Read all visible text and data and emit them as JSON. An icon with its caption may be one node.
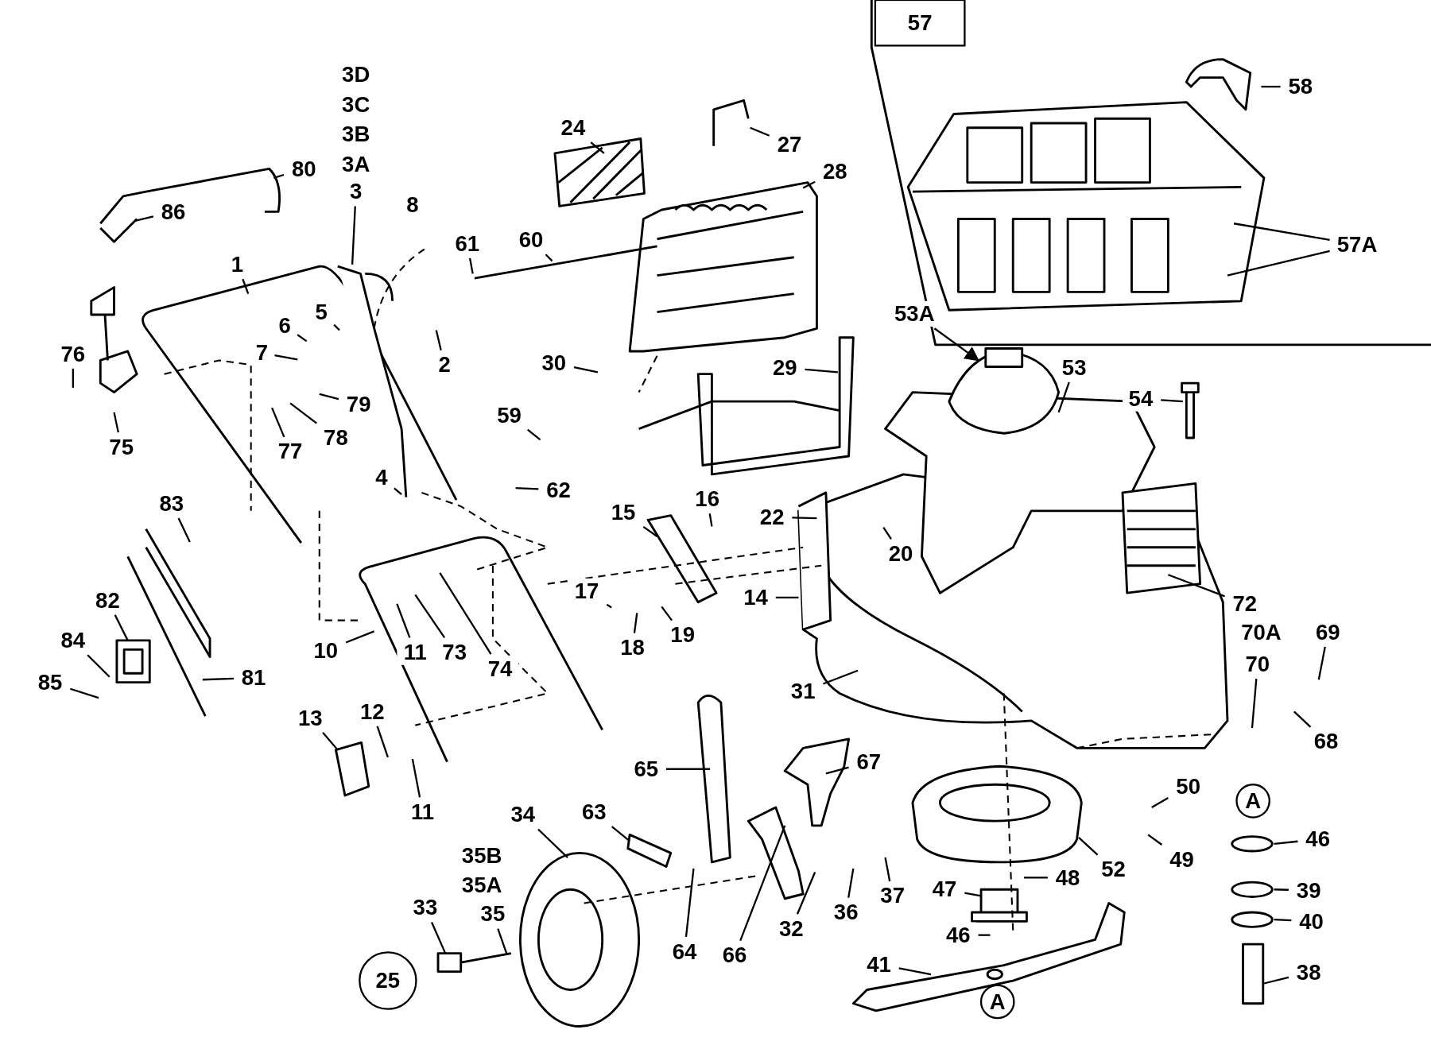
{
  "diagram": {
    "nodes": [
      {
        "text": [
          "57"
        ]
      },
      {
        "text": [
          "58"
        ]
      },
      {
        "text": [
          "3"
        ]
      },
      {
        "text": [
          "80"
        ]
      },
      {
        "text": [
          "24"
        ]
      },
      {
        "text": [
          "27"
        ]
      },
      {
        "text": [
          "28"
        ]
      },
      {
        "text": [
          "86"
        ]
      },
      {
        "text": [
          "57A"
        ]
      },
      {
        "text": [
          "61"
        ]
      },
      {
        "text": [
          "60"
        ]
      },
      {
        "text": [
          "1"
        ]
      },
      {
        "text": [
          "5"
        ]
      },
      {
        "text": [
          "53A"
        ]
      },
      {
        "text": [
          "6"
        ]
      },
      {
        "text": [
          "7"
        ]
      },
      {
        "text": [
          "76"
        ]
      },
      {
        "text": [
          "2"
        ]
      },
      {
        "text": [
          "30"
        ]
      },
      {
        "text": [
          "29"
        ]
      },
      {
        "text": [
          "53"
        ]
      },
      {
        "text": [
          "54"
        ]
      },
      {
        "text": [
          "79"
        ]
      },
      {
        "text": [
          "59"
        ]
      },
      {
        "text": [
          "78"
        ]
      },
      {
        "text": [
          "75"
        ]
      },
      {
        "text": [
          "77"
        ]
      },
      {
        "text": [
          "4"
        ]
      },
      {
        "text": [
          "62"
        ]
      },
      {
        "text": [
          "83"
        ]
      },
      {
        "text": [
          "16"
        ]
      },
      {
        "text": [
          "15"
        ]
      },
      {
        "text": [
          "22"
        ]
      },
      {
        "text": [
          "20"
        ]
      },
      {
        "text": [
          "17"
        ]
      },
      {
        "text": [
          "14"
        ]
      },
      {
        "text": [
          "82"
        ]
      },
      {
        "text": [
          "72"
        ]
      },
      {
        "text": [
          "19"
        ]
      },
      {
        "text": [
          "84"
        ]
      },
      {
        "text": [
          "18"
        ]
      },
      {
        "text": [
          "10"
        ]
      },
      {
        "text": [
          "11"
        ]
      },
      {
        "text": [
          "73"
        ]
      },
      {
        "text": [
          "70"
        ]
      },
      {
        "text": [
          "69"
        ]
      },
      {
        "text": [
          "74"
        ]
      },
      {
        "text": [
          "81"
        ]
      },
      {
        "text": [
          "85"
        ]
      },
      {
        "text": [
          "31"
        ]
      },
      {
        "text": [
          "13"
        ]
      },
      {
        "text": [
          "12"
        ]
      },
      {
        "text": [
          "68"
        ]
      },
      {
        "text": [
          "67"
        ]
      },
      {
        "text": [
          "65"
        ]
      },
      {
        "text": [
          "50"
        ]
      },
      {
        "text": [
          "11"
        ]
      },
      {
        "text": [
          "34"
        ]
      },
      {
        "text": [
          "63"
        ]
      },
      {
        "text": [
          "A"
        ]
      },
      {
        "text": [
          "46"
        ]
      },
      {
        "text": [
          "49"
        ]
      },
      {
        "text": [
          "52"
        ]
      },
      {
        "text": [
          "48"
        ]
      },
      {
        "text": [
          "47"
        ]
      },
      {
        "text": [
          "39"
        ]
      },
      {
        "text": [
          "37"
        ]
      },
      {
        "text": [
          "36"
        ]
      },
      {
        "text": [
          "33"
        ]
      },
      {
        "text": [
          "35"
        ]
      },
      {
        "text": [
          "40"
        ]
      },
      {
        "text": [
          "32"
        ]
      },
      {
        "text": [
          "46"
        ]
      },
      {
        "text": [
          "64"
        ]
      },
      {
        "text": [
          "66"
        ]
      },
      {
        "text": [
          "41"
        ]
      },
      {
        "text": [
          "38"
        ]
      },
      {
        "text": [
          "25"
        ]
      },
      {
        "text": [
          "A"
        ]
      }
    ],
    "edges": [
      {
        "from": 1,
        "to": null,
        "arrow": "none"
      },
      {
        "from": 2,
        "to": null,
        "arrow": "none"
      },
      {
        "from": 3,
        "to": null,
        "arrow": "none"
      },
      {
        "from": 4,
        "to": null,
        "arrow": "none"
      },
      {
        "from": 5,
        "to": null,
        "arrow": "none"
      },
      {
        "from": 6,
        "to": null,
        "arrow": "none"
      },
      {
        "from": 7,
        "to": null,
        "arrow": "none"
      },
      {
        "from": 8,
        "to": null,
        "arrow": "none"
      },
      {
        "from": 8,
        "to": null,
        "arrow": "none"
      },
      {
        "from": 9,
        "to": null,
        "arrow": "none"
      },
      {
        "from": 10,
        "to": null,
        "arrow": "none"
      },
      {
        "from": 11,
        "to": null,
        "arrow": "none"
      },
      {
        "from": 12,
        "to": null,
        "arrow": "none"
      },
      {
        "from": 13,
        "to": null,
        "arrow": "to"
      },
      {
        "from": 14,
        "to": null,
        "arrow": "none"
      },
      {
        "from": 15,
        "to": null,
        "arrow": "none"
      },
      {
        "from": 16,
        "to": null,
        "arrow": "none"
      },
      {
        "from": 17,
        "to": null,
        "arrow": "none"
      },
      {
        "from": 18,
        "to": null,
        "arrow": "none"
      },
      {
        "from": 19,
        "to": null,
        "arrow": "none"
      },
      {
        "from": 20,
        "to": null,
        "arrow": "none"
      },
      {
        "from": 21,
        "to": null,
        "arrow": "none"
      },
      {
        "from": 22,
        "to": null,
        "arrow": "none"
      },
      {
        "from": 23,
        "to": null,
        "arrow": "none"
      },
      {
        "from": 24,
        "to": null,
        "arrow": "none"
      },
      {
        "from": 25,
        "to": null,
        "arrow": "none"
      },
      {
        "from": 26,
        "to": null,
        "arrow": "none"
      },
      {
        "from": 27,
        "to": null,
        "arrow": "none"
      },
      {
        "from": 28,
        "to": null,
        "arrow": "none"
      },
      {
        "from": 29,
        "to": null,
        "arrow": "none"
      },
      {
        "from": 30,
        "to": null,
        "arrow": "none"
      },
      {
        "from": 31,
        "to": null,
        "arrow": "none"
      },
      {
        "from": 32,
        "to": null,
        "arrow": "none"
      },
      {
        "from": 33,
        "to": null,
        "arrow": "none"
      },
      {
        "from": 34,
        "to": null,
        "arrow": "none"
      },
      {
        "from": 35,
        "to": null,
        "arrow": "none"
      },
      {
        "from": 36,
        "to": null,
        "arrow": "none"
      },
      {
        "from": 37,
        "to": null,
        "arrow": "none"
      },
      {
        "from": 38,
        "to": null,
        "arrow": "none"
      },
      {
        "from": 39,
        "to": null,
        "arrow": "none"
      },
      {
        "from": 40,
        "to": null,
        "arrow": "none"
      },
      {
        "from": 41,
        "to": null,
        "arrow": "none"
      },
      {
        "from": 42,
        "to": null,
        "arrow": "none"
      },
      {
        "from": 43,
        "to": null,
        "arrow": "none"
      },
      {
        "from": 44,
        "to": null,
        "arrow": "none"
      },
      {
        "from": 45,
        "to": null,
        "arrow": "none"
      },
      {
        "from": 46,
        "to": null,
        "arrow": "none"
      },
      {
        "from": 47,
        "to": null,
        "arrow": "none"
      },
      {
        "from": 48,
        "to": null,
        "arrow": "none"
      },
      {
        "from": 49,
        "to": null,
        "arrow": "none"
      },
      {
        "from": 50,
        "to": null,
        "arrow": "none"
      },
      {
        "from": 51,
        "to": null,
        "arrow": "none"
      },
      {
        "from": 52,
        "to": null,
        "arrow": "none"
      },
      {
        "from": 53,
        "to": null,
        "arrow": "none"
      },
      {
        "from": 54,
        "to": null,
        "arrow": "none"
      },
      {
        "from": 55,
        "to": null,
        "arrow": "none"
      },
      {
        "from": 56,
        "to": null,
        "arrow": "none"
      },
      {
        "from": 57,
        "to": null,
        "arrow": "none"
      },
      {
        "from": 58,
        "to": null,
        "arrow": "none"
      },
      {
        "from": 60,
        "to": null,
        "arrow": "none"
      },
      {
        "from": 61,
        "to": null,
        "arrow": "none"
      },
      {
        "from": 62,
        "to": null,
        "arrow": "none"
      },
      {
        "from": 63,
        "to": null,
        "arrow": "none"
      },
      {
        "from": 64,
        "to": null,
        "arrow": "none"
      },
      {
        "from": 65,
        "to": null,
        "arrow": "none"
      },
      {
        "from": 66,
        "to": null,
        "arrow": "none"
      },
      {
        "from": 67,
        "to": null,
        "arrow": "none"
      },
      {
        "from": 68,
        "to": null,
        "arrow": "none"
      },
      {
        "from": 69,
        "to": null,
        "arrow": "none"
      },
      {
        "from": 70,
        "to": null,
        "arrow": "none"
      },
      {
        "from": 71,
        "to": null,
        "arrow": "none"
      },
      {
        "from": 72,
        "to": null,
        "arrow": "none"
      },
      {
        "from": 73,
        "to": null,
        "arrow": "none"
      },
      {
        "from": 74,
        "to": null,
        "arrow": "none"
      },
      {
        "from": 75,
        "to": null,
        "arrow": "none"
      },
      {
        "from": 76,
        "to": null,
        "arrow": "none"
      }
    ],
    "labels": [
      "3D",
      "3C",
      "3B",
      "3A",
      "8",
      "70A",
      "35B",
      "35A"
    ]
  }
}
